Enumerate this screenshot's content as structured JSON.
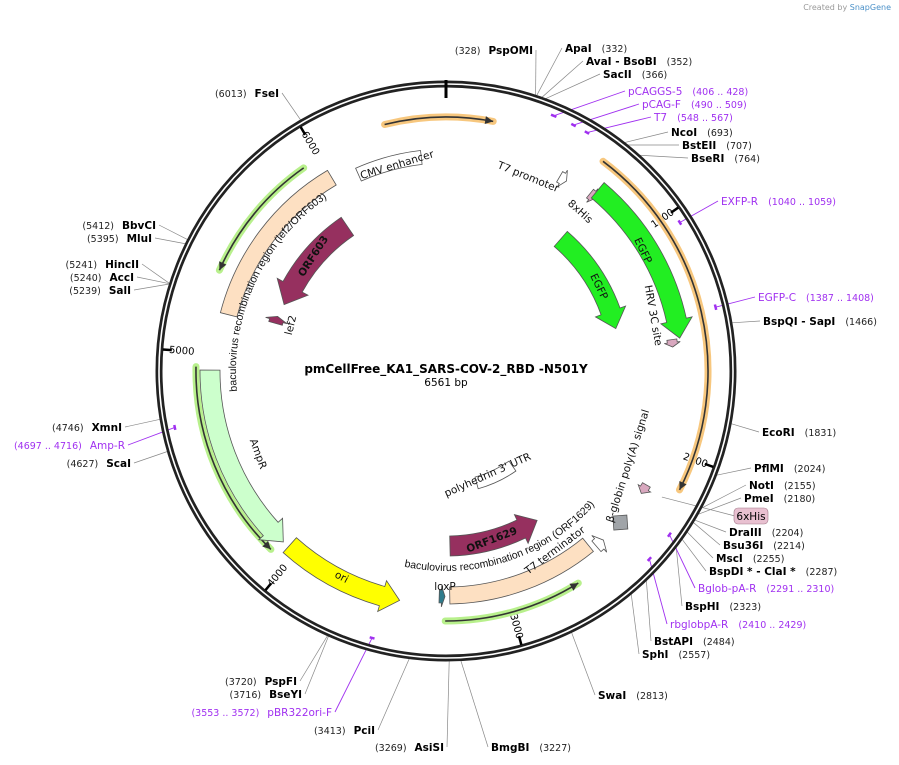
{
  "credit": {
    "prefix": "Created by",
    "brand": "SnapGene"
  },
  "map": {
    "name": "pmCellFree_KA1_SARS-COV-2_RBD -N501Y",
    "length_label": "6561 bp",
    "length_bp": 6561
  },
  "ticks": [
    "1000",
    "2000",
    "3000",
    "4000",
    "5000",
    "6000"
  ],
  "colors": {
    "ring": "#222222",
    "primer": "#a030f0",
    "orf_highlight": "#f7c77e",
    "green_highlight": "#b8f08c"
  },
  "features": [
    {
      "label": "",
      "start": 6306,
      "end": 195,
      "direction": 1,
      "color": "#f7c77e",
      "kind": "highlight"
    },
    {
      "label": "",
      "start": 671,
      "end": 2132,
      "direction": 1,
      "color": "#f7c77e",
      "kind": "highlight"
    },
    {
      "label": "",
      "start": 5358,
      "end": 5923,
      "direction": -1,
      "color": "#b8f08c",
      "kind": "highlight"
    },
    {
      "label": "",
      "start": 4091,
      "end": 4939,
      "direction": -1,
      "color": "#b8f08c",
      "kind": "highlight"
    },
    {
      "label": "",
      "start": 2698,
      "end": 3284,
      "direction": -1,
      "color": "#b8f08c",
      "kind": "highlight"
    },
    {
      "label": "CMV enhancer",
      "start": 6123,
      "end": 6441,
      "direction": 0,
      "color": "#ffffff",
      "kind": "block"
    },
    {
      "label": "T7 promoter",
      "start": 553,
      "end": 590,
      "direction": 1,
      "color": "#ffffff",
      "kind": "block"
    },
    {
      "label": "8xHis",
      "start": 712,
      "end": 745,
      "direction": 1,
      "color": "#d9a8bf",
      "kind": "block"
    },
    {
      "label": "EGFP",
      "start": 729,
      "end": 1494,
      "direction": 1,
      "color": "#22ee22",
      "kind": "block"
    },
    {
      "label": "HRV 3C site",
      "start": 1496,
      "end": 1530,
      "direction": 1,
      "color": "#d9a8bf",
      "kind": "block"
    },
    {
      "label": "EGFP",
      "start": 747,
      "end": 1385,
      "direction": 1,
      "color": "#22ee22",
      "kind": "block"
    },
    {
      "label": "β-globin poly(A) signal",
      "start": 2180,
      "end": 2225,
      "direction": 1,
      "color": "#d9a8bf",
      "kind": "block"
    },
    {
      "label": "",
      "start": 2375,
      "end": 2400,
      "direction": 0,
      "color": "#a0a4a8",
      "kind": "diamond"
    },
    {
      "label": "T7 terminator",
      "start": 2498,
      "end": 2540,
      "direction": -1,
      "color": "#ffffff",
      "kind": "block"
    },
    {
      "label": "baculovirus recombination region (ORF1629)",
      "start": 2565,
      "end": 3263,
      "direction": 0,
      "color": "#fde0c2",
      "kind": "block"
    },
    {
      "label": "loxP",
      "start": 3285,
      "end": 3312,
      "direction": -1,
      "color": "#2e7b8c",
      "kind": "block"
    },
    {
      "label": "ORF1629",
      "start": 2709,
      "end": 3257,
      "direction": -1,
      "color": "#96305f",
      "kind": "block"
    },
    {
      "label": "polyhedrin 3' UTR",
      "start": 2643,
      "end": 3002,
      "direction": 0,
      "color": "#ffffff",
      "kind": "block"
    },
    {
      "label": "ori",
      "start": 3489,
      "end": 4044,
      "direction": -1,
      "color": "#ffff00",
      "kind": "block"
    },
    {
      "label": "AmpR",
      "start": 4075,
      "end": 4925,
      "direction": -1,
      "color": "#ccffcc",
      "kind": "block"
    },
    {
      "label": "baculovirus recombination region (lef2/ORF603)",
      "start": 5185,
      "end": 6004,
      "direction": 0,
      "color": "#fde0c2",
      "kind": "block"
    },
    {
      "label": "ORF603",
      "start": 5327,
      "end": 5936,
      "direction": -1,
      "color": "#96305f",
      "kind": "block"
    },
    {
      "label": "lef2",
      "start": 5205,
      "end": 5248,
      "direction": 1,
      "color": "#96305f",
      "kind": "block"
    }
  ],
  "boxed_feature": {
    "label": "6xHis",
    "position": 2192,
    "color": "#e8c0d0"
  },
  "sites": [
    {
      "name": "PspOMI",
      "position": "328"
    },
    {
      "name": "ApaI",
      "position": "332"
    },
    {
      "name": "AvaI  - BsoBI",
      "position": "352"
    },
    {
      "name": "SacII",
      "position": "366"
    },
    {
      "name": "NcoI",
      "position": "693"
    },
    {
      "name": "BstEII",
      "position": "707"
    },
    {
      "name": "BseRI",
      "position": "764"
    },
    {
      "name": "BspQI  - SapI",
      "position": "1466"
    },
    {
      "name": "EcoRI",
      "position": "1831"
    },
    {
      "name": "PflMI",
      "position": "2024"
    },
    {
      "name": "NotI",
      "position": "2155"
    },
    {
      "name": "PmeI",
      "position": "2180"
    },
    {
      "name": "DraIII",
      "position": "2204"
    },
    {
      "name": "Bsu36I",
      "position": "2214"
    },
    {
      "name": "MscI",
      "position": "2255"
    },
    {
      "name": "BspDI *  - ClaI *",
      "position": "2287"
    },
    {
      "name": "BspHI",
      "position": "2323"
    },
    {
      "name": "BstAPI",
      "position": "2484"
    },
    {
      "name": "SphI",
      "position": "2557"
    },
    {
      "name": "SwaI",
      "position": "2813"
    },
    {
      "name": "BmgBI",
      "position": "3227"
    },
    {
      "name": "AsiSI",
      "position": "3269"
    },
    {
      "name": "PciI",
      "position": "3413"
    },
    {
      "name": "BseYI",
      "position": "3716"
    },
    {
      "name": "PspFI",
      "position": "3720"
    },
    {
      "name": "ScaI",
      "position": "4627"
    },
    {
      "name": "XmnI",
      "position": "4746"
    },
    {
      "name": "SalI",
      "position": "5239"
    },
    {
      "name": "AccI",
      "position": "5240"
    },
    {
      "name": "HincII",
      "position": "5241"
    },
    {
      "name": "MluI",
      "position": "5395"
    },
    {
      "name": "BbvCI",
      "position": "5412"
    },
    {
      "name": "FseI",
      "position": "6013"
    }
  ],
  "primers": [
    {
      "name": "pCAGGS-5",
      "range": "406 .. 428"
    },
    {
      "name": "pCAG-F",
      "range": "490 .. 509"
    },
    {
      "name": "T7",
      "range": "548 .. 567"
    },
    {
      "name": "EXFP-R",
      "range": "1040 .. 1059"
    },
    {
      "name": "EGFP-C",
      "range": "1387 .. 1408"
    },
    {
      "name": "Bglob-pA-R",
      "range": "2291 .. 2310"
    },
    {
      "name": "rbglobpA-R",
      "range": "2410 .. 2429"
    },
    {
      "name": "pBR322ori-F",
      "range": "3553 .. 3572"
    },
    {
      "name": "Amp-R",
      "range": "4697 .. 4716"
    }
  ]
}
